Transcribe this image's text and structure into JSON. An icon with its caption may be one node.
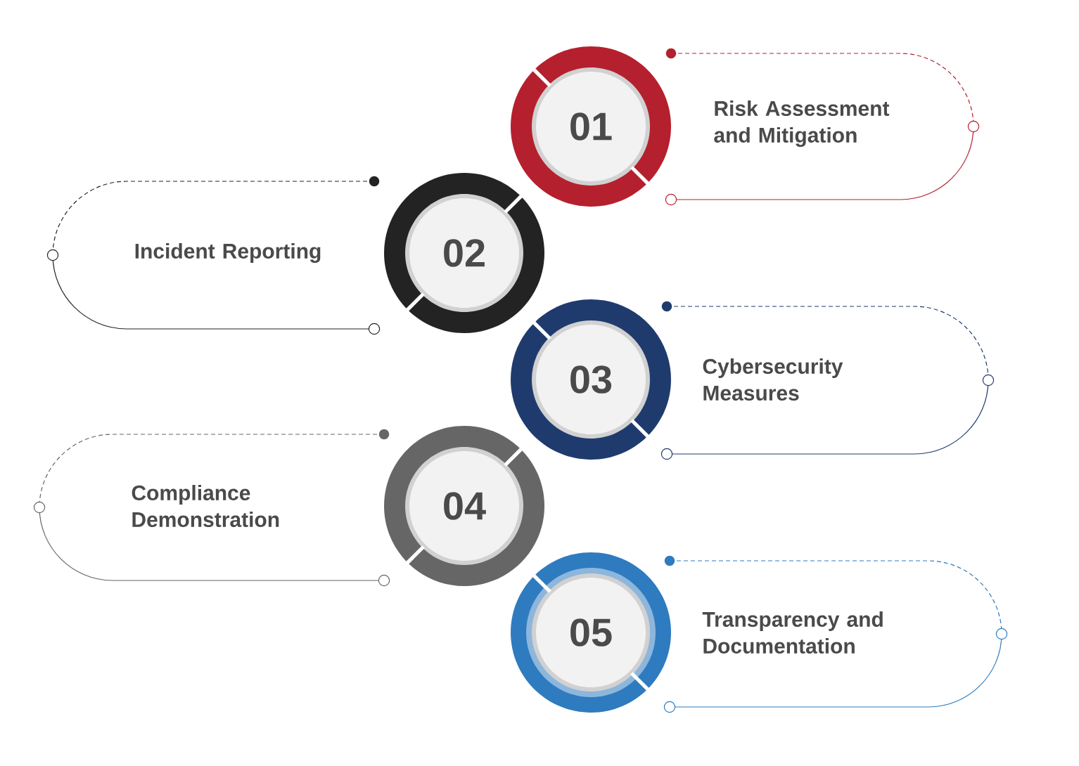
{
  "diagram": {
    "nodes": [
      {
        "text": [
          "01"
        ]
      },
      {
        "text": [
          "Risk Assessment and Mitigation"
        ]
      },
      {
        "text": [
          "Incident Reporting"
        ]
      },
      {
        "text": [
          "02"
        ]
      },
      {
        "text": [
          "03"
        ]
      },
      {
        "text": [
          "Cybersecurity Measures"
        ]
      },
      {
        "text": [
          "Compliance Demonstration"
        ]
      },
      {
        "text": [
          "04"
        ]
      },
      {
        "text": [
          "05"
        ]
      },
      {
        "text": [
          "Transparency and Documentation"
        ]
      }
    ]
  }
}
